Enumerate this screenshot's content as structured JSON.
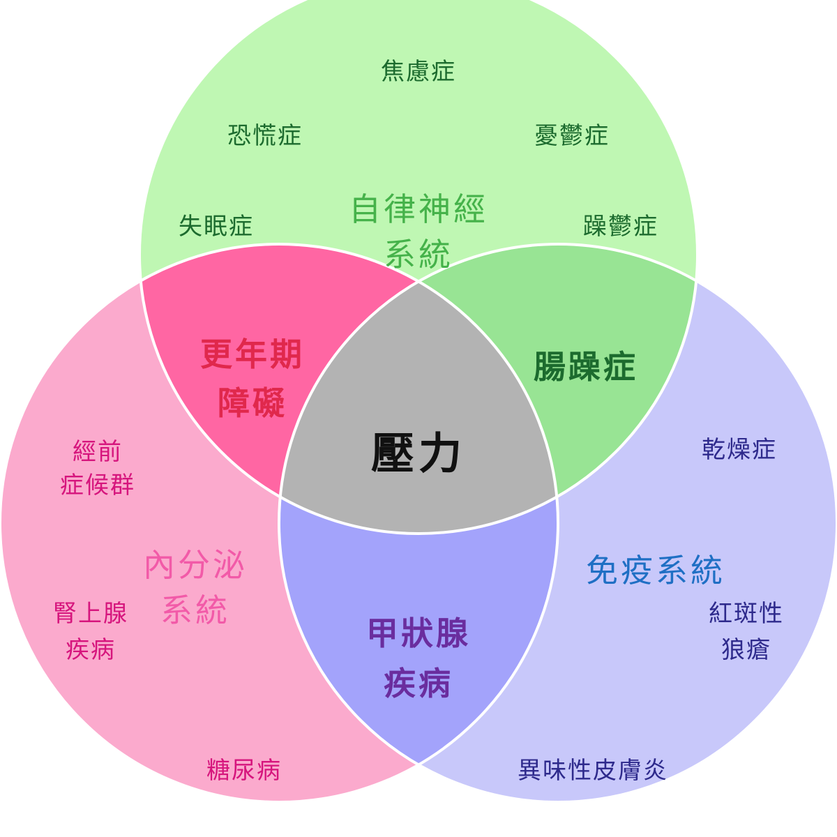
{
  "center": {
    "label": "壓力"
  },
  "overlaps": {
    "autonomic_endocrine": [
      "更年期",
      "障礙"
    ],
    "autonomic_immune": [
      "腸躁症"
    ],
    "endocrine_immune": [
      "甲狀腺",
      "疾病"
    ]
  },
  "sets": {
    "autonomic": {
      "title": [
        "自律神經",
        "系統"
      ],
      "items": [
        "焦慮症",
        "恐慌症",
        "憂鬱症",
        "失眠症",
        "躁鬱症"
      ]
    },
    "endocrine": {
      "title": [
        "內分泌",
        "系統"
      ],
      "items": [
        [
          "經前",
          "症候群"
        ],
        [
          "腎上腺",
          "疾病"
        ],
        [
          "糖尿病"
        ]
      ]
    },
    "immune": {
      "title": [
        "免疫系統"
      ],
      "items": [
        [
          "乾燥症"
        ],
        [
          "紅斑性",
          "狼瘡"
        ],
        [
          "異味性皮膚炎"
        ]
      ]
    }
  },
  "colors": {
    "autonomic_fill": "#bff7b3",
    "endocrine_fill": "#fbaacd",
    "immune_fill": "#c8c8fa",
    "autonomic_endocrine_fill": "#ff66a3",
    "autonomic_immune_fill": "#98e494",
    "endocrine_immune_fill": "#a3a3fb",
    "center_fill": "#b3b3b3",
    "autonomic_title": "#45b24a",
    "autonomic_item": "#1c6b2e",
    "endocrine_title": "#f25aa8",
    "endocrine_item": "#d6157d",
    "immune_title": "#1f6fc4",
    "immune_item": "#2e2a8c",
    "overlap_ae_text": "#e0284c",
    "overlap_ai_text": "#1c6b2e",
    "overlap_ei_text": "#6a2d9e",
    "center_text": "#111111"
  }
}
